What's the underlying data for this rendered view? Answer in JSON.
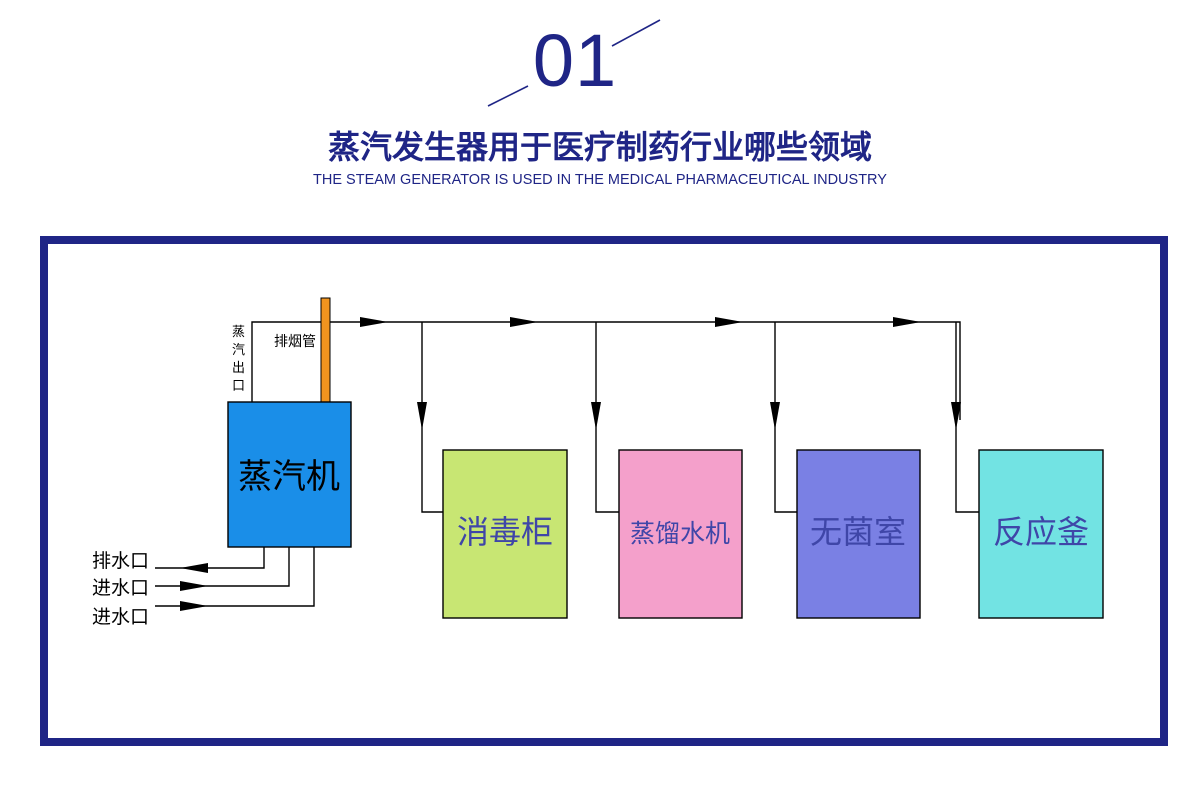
{
  "header": {
    "number": "01",
    "title": "蒸汽发生器用于医疗制药行业哪些领域",
    "subtitle": "THE STEAM GENERATOR IS USED IN THE MEDICAL PHARMACEUTICAL INDUSTRY"
  },
  "diagram": {
    "generator_label": "蒸汽机",
    "chimney_label": "排烟管",
    "steam_outlet_label": [
      "蒸",
      "汽",
      "出",
      "口"
    ],
    "pipes": [
      "排水口",
      "进水口",
      "进水口"
    ],
    "units": [
      {
        "label": "消毒柜",
        "color": "#c8e673"
      },
      {
        "label": "蒸馏水机",
        "color": "#f4a0cb"
      },
      {
        "label": "无菌室",
        "color": "#7a80e4"
      },
      {
        "label": "反应釜",
        "color": "#72e3e3"
      }
    ]
  },
  "colors": {
    "brand": "#1f2586",
    "generator": "#1a8ee8",
    "chimney": "#f0941f",
    "unit_text": "#3f46a8"
  }
}
